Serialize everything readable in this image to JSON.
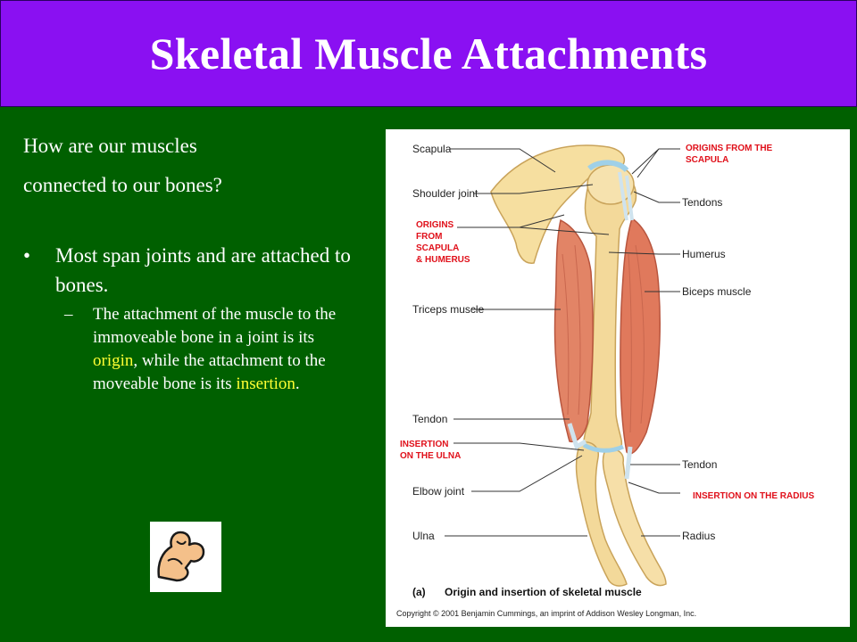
{
  "title": "Skeletal Muscle Attachments",
  "intro": {
    "line1": "How are our muscles",
    "line2": "connected to our bones?"
  },
  "bullet": {
    "marker": "•",
    "text": "Most span joints and are attached to bones.",
    "sub": {
      "marker": "–",
      "part1": "The attachment of the muscle to the immoveable bone in a joint is its ",
      "origin": "origin",
      "part2": ", while the attachment to the moveable bone is its ",
      "insertion": "insertion",
      "part3": "."
    }
  },
  "icons": {
    "flexed_arm": "flexed-arm-icon"
  },
  "colors": {
    "background": "#006000",
    "title_bar": "#8a10f2",
    "highlight": "#ffff33",
    "diagram_red": "#e0101a"
  },
  "diagram": {
    "labels": {
      "scapula": "Scapula",
      "shoulder_joint": "Shoulder joint",
      "triceps": "Triceps muscle",
      "tendon_left": "Tendon",
      "elbow_joint": "Elbow joint",
      "ulna": "Ulna",
      "tendons": "Tendons",
      "humerus": "Humerus",
      "biceps": "Biceps muscle",
      "tendon_right": "Tendon",
      "radius": "Radius"
    },
    "red_labels": {
      "origins_scapula_line1": "ORIGINS FROM THE",
      "origins_scapula_line2": "SCAPULA",
      "origins_left_line1": "ORIGINS",
      "origins_left_line2": "FROM",
      "origins_left_line3": "SCAPULA",
      "origins_left_line4": "& HUMERUS",
      "insertion_ulna_line1": "INSERTION",
      "insertion_ulna_line2": "ON THE ULNA",
      "insertion_radius": "INSERTION ON THE RADIUS"
    },
    "caption_marker": "(a)",
    "caption": "Origin and insertion of skeletal muscle",
    "copyright": "Copyright © 2001 Benjamin Cummings, an imprint of Addison Wesley Longman, Inc."
  }
}
